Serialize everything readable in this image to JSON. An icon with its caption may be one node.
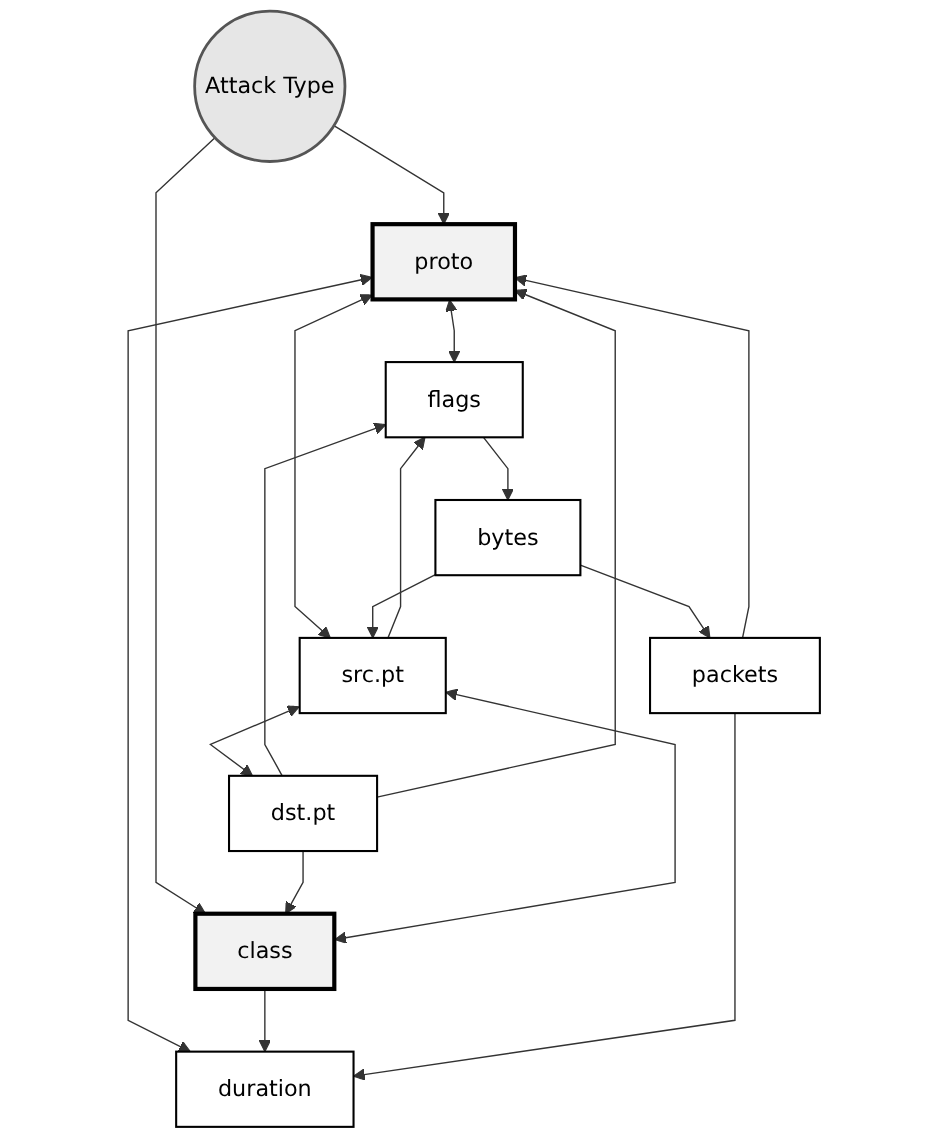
{
  "diagram": {
    "nodes": [
      {
        "text": [
          "Attack Type"
        ]
      },
      {
        "text": [
          "proto"
        ]
      },
      {
        "text": [
          "class"
        ]
      },
      {
        "text": [
          "duration"
        ]
      },
      {
        "text": [
          "flags"
        ]
      },
      {
        "text": [
          "src.pt"
        ]
      },
      {
        "text": [
          "bytes"
        ]
      },
      {
        "text": [
          "dst.pt"
        ]
      },
      {
        "text": [
          "packets"
        ]
      }
    ],
    "edges": [
      {
        "from": 0,
        "to": 1,
        "arrow": "to"
      },
      {
        "from": 0,
        "to": 2,
        "arrow": "to"
      },
      {
        "from": 1,
        "to": 3,
        "arrow": "both"
      },
      {
        "from": 2,
        "to": 3,
        "arrow": "to"
      },
      {
        "from": 1,
        "to": 4,
        "arrow": "both"
      },
      {
        "from": 1,
        "to": 5,
        "arrow": "both"
      },
      {
        "from": 2,
        "to": 5,
        "arrow": "both"
      },
      {
        "from": 5,
        "to": 4,
        "arrow": "to"
      },
      {
        "from": 7,
        "to": 4,
        "arrow": "to"
      },
      {
        "from": 4,
        "to": 6,
        "arrow": "to"
      },
      {
        "from": 6,
        "to": 5,
        "arrow": "to"
      },
      {
        "from": 5,
        "to": 7,
        "arrow": "both"
      },
      {
        "from": 6,
        "to": 8,
        "arrow": "to"
      },
      {
        "from": 8,
        "to": 3,
        "arrow": "to"
      },
      {
        "from": 8,
        "to": 1,
        "arrow": "to"
      },
      {
        "from": 7,
        "to": 1,
        "arrow": "to"
      },
      {
        "from": 7,
        "to": 2,
        "arrow": "to"
      }
    ]
  }
}
